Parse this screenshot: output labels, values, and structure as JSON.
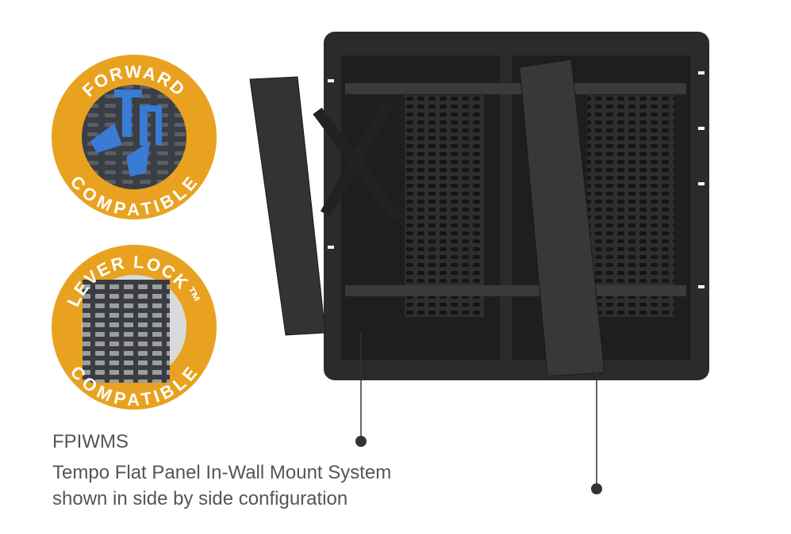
{
  "badges": [
    {
      "top_text": "FORWARD",
      "bottom_text": "COMPATIBLE"
    },
    {
      "top_text": "LEVER LOCK™",
      "bottom_text": "COMPATIBLE"
    }
  ],
  "colors": {
    "badge_ring": "#E8A21F",
    "mount": "#2b2b2b",
    "accessory_blue": "#3a7bd5"
  },
  "caption": {
    "model": "FPIWMS",
    "line1": "Tempo Flat Panel In-Wall Mount System",
    "line2": "shown in side by side configuration"
  }
}
